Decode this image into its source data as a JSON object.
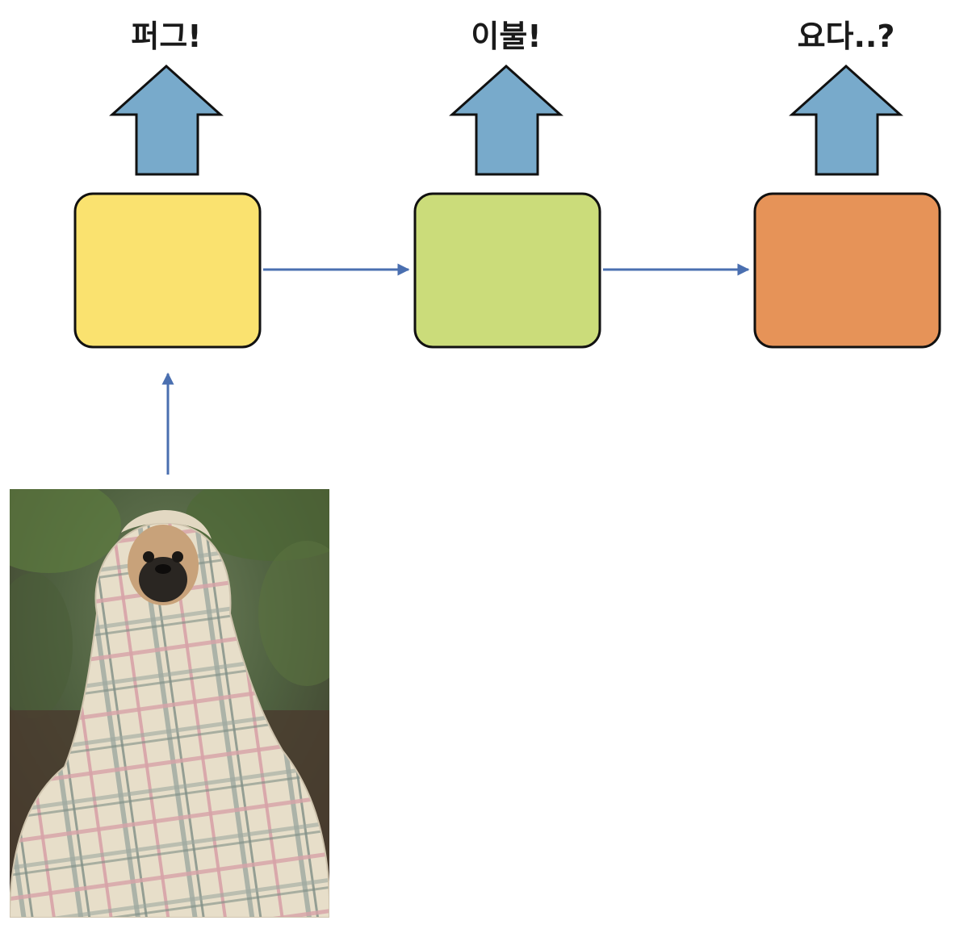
{
  "outputs": [
    {
      "word": "퍼그!",
      "fill": "#FAE26F"
    },
    {
      "word": "이불!",
      "fill": "#CBDC7A"
    },
    {
      "word": "요다..?",
      "fill": "#E69358"
    }
  ],
  "colors": {
    "up_arrow_fill": "#78AACB",
    "connector": "#4A6FB0",
    "stroke": "#111111"
  },
  "input_image": {
    "description_icon": "pug-in-plaid-blanket-photo"
  }
}
